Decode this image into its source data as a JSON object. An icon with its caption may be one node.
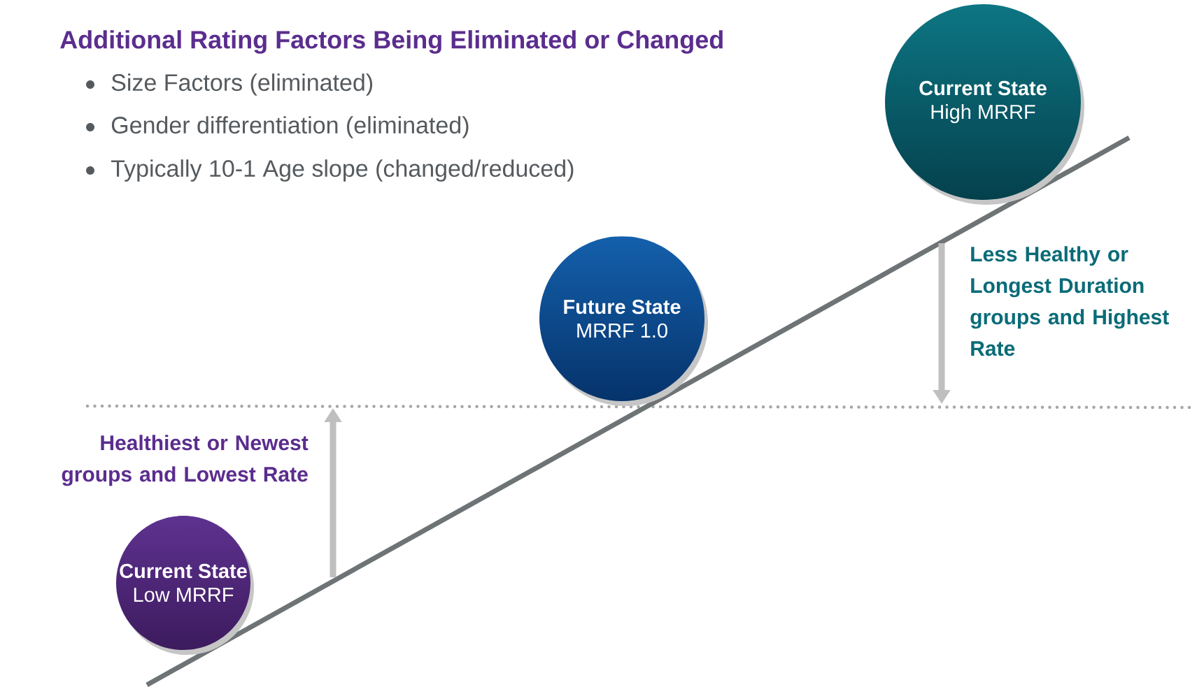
{
  "diagram": {
    "title": "Additional Rating Factors Being Eliminated or Changed",
    "nodes": [
      {
        "text": [
          "Current State",
          "High MRRF"
        ]
      },
      {
        "text": [
          "Future State",
          "MRRF 1.0"
        ]
      },
      {
        "text": [
          "Current State",
          "Low MRRF"
        ]
      }
    ],
    "labels": [
      "Size Factors (eliminated)",
      "Gender differentiation (eliminated)",
      "Typically 10-1 Age slope (changed/reduced)",
      "Less Healthy or Longest Duration groups and Highest Rate",
      "Healthiest or Newest groups and Lowest Rate"
    ]
  }
}
